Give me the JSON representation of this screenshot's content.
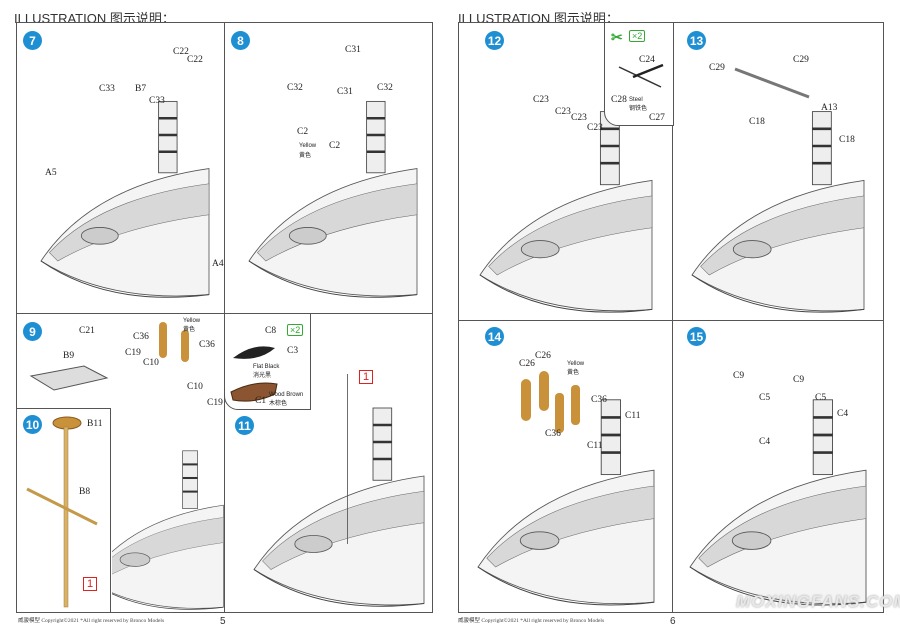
{
  "left_page": {
    "header": "ILLUSTRATION 图示说明：",
    "page_number": "5",
    "footer": "威骏模型  Copyright©2021  *All right reserved by Bronco Models"
  },
  "right_page": {
    "header": "ILLUSTRATION 图示说明：",
    "page_number": "6",
    "footer": "威骏模型  Copyright©2021  *All right reserved by Bronco Models"
  },
  "steps": {
    "s7": {
      "num": "7",
      "labels": [
        "C22",
        "C22",
        "C33",
        "B7",
        "C33",
        "A5",
        "A4"
      ]
    },
    "s8": {
      "num": "8",
      "labels": [
        "C31",
        "C32",
        "C31",
        "C32",
        "C2",
        "C2"
      ],
      "paint": "Yellow",
      "paint_cn": "黄色"
    },
    "s9": {
      "num": "9",
      "labels": [
        "C21",
        "B9",
        "C36",
        "C36",
        "C19",
        "C10",
        "C10",
        "C19"
      ],
      "paint": "Yellow",
      "paint_cn": "黄色"
    },
    "s10": {
      "num": "10",
      "labels": [
        "B11",
        "B8"
      ],
      "marker": "1"
    },
    "s11": {
      "num": "11",
      "labels": [
        "C8",
        "C3",
        "C1"
      ],
      "qty": "×2",
      "paint1": "Flat Black",
      "paint1_cn": "消光黑",
      "paint2": "Wood Brown",
      "paint2_cn": "木棕色",
      "marker": "1"
    },
    "s12": {
      "num": "12",
      "labels": [
        "C23",
        "C23",
        "C23",
        "C23"
      ],
      "inset_labels": [
        "C24",
        "C28",
        "C27"
      ],
      "qty": "×2",
      "paint": "Steel",
      "paint_cn": "钢铁色"
    },
    "s13": {
      "num": "13",
      "labels": [
        "C29",
        "C29",
        "A13",
        "C18",
        "C18"
      ]
    },
    "s14": {
      "num": "14",
      "labels": [
        "C26",
        "C26",
        "C36",
        "C36",
        "C11",
        "C11"
      ],
      "paint": "Yellow",
      "paint_cn": "黄色"
    },
    "s15": {
      "num": "15",
      "labels": [
        "C9",
        "C9",
        "C5",
        "C5",
        "C4",
        "C4"
      ]
    }
  },
  "watermark": "MOXINGFANS.COM"
}
